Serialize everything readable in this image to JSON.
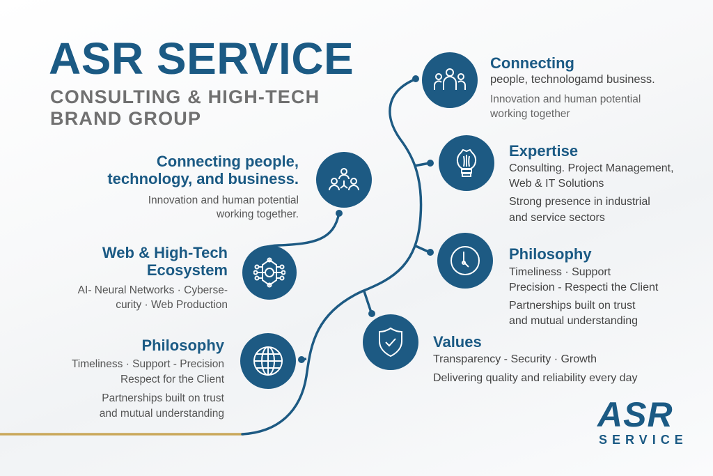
{
  "header": {
    "title": "ASR SERVICE",
    "subtitle_line1": "CONSULTING & HIGH-TECH",
    "subtitle_line2": "BRAND GROUP"
  },
  "colors": {
    "primary": "#1d5a83",
    "heading": "#1b5a84",
    "subtitle_gray": "#707070",
    "body_gray": "#555555",
    "gold_line": "#c9a75a",
    "background": "#f7f8f9"
  },
  "left_items": [
    {
      "icon": "network-people-icon",
      "heading_line1": "Connecting people,",
      "heading_line2": "technology, and business.",
      "body_line1": "Innovation and human potential",
      "body_line2": "working together."
    },
    {
      "icon": "neural-network-icon",
      "heading_line1": "Web & High-Tech",
      "heading_line2": "Ecosystem",
      "body_line1": "AI- Neural Networks · Cyberse-",
      "body_line2": "curity · Web Production"
    },
    {
      "icon": "globe-icon",
      "heading_line1": "Philosophy",
      "body_line1": "Timeliness · Support - Precision",
      "body_line2": "Respect for the Client",
      "body_line3": "Partnerships built on trust",
      "body_line4": "and mutual understanding"
    }
  ],
  "right_items": [
    {
      "icon": "team-icon",
      "heading": "Connecting",
      "subheading": "people, technologamd business.",
      "body_line1": "Innovation and human potential",
      "body_line2": "working together"
    },
    {
      "icon": "lightbulb-gear-icon",
      "heading": "Expertise",
      "subheading_line1": "Consulting. Project Management,",
      "subheading_line2": "Web & IT Solutions",
      "body_line1": "Strong presence in industrial",
      "body_line2": "and service sectors"
    },
    {
      "icon": "clock-icon",
      "heading": "Philosophy",
      "subheading_line1": "Timeliness · Support",
      "subheading_line2": "Precision - Respecti the Client",
      "body_line1": "Partnerships built on trust",
      "body_line2": "and mutual understanding"
    },
    {
      "icon": "shield-check-icon",
      "heading": "Values",
      "subheading": "Transparency -  Security · Growth",
      "body_line1": "Delivering quality and reliability every day"
    }
  ],
  "logo": {
    "mark": "ASR",
    "wordmark": "SERVICE"
  }
}
